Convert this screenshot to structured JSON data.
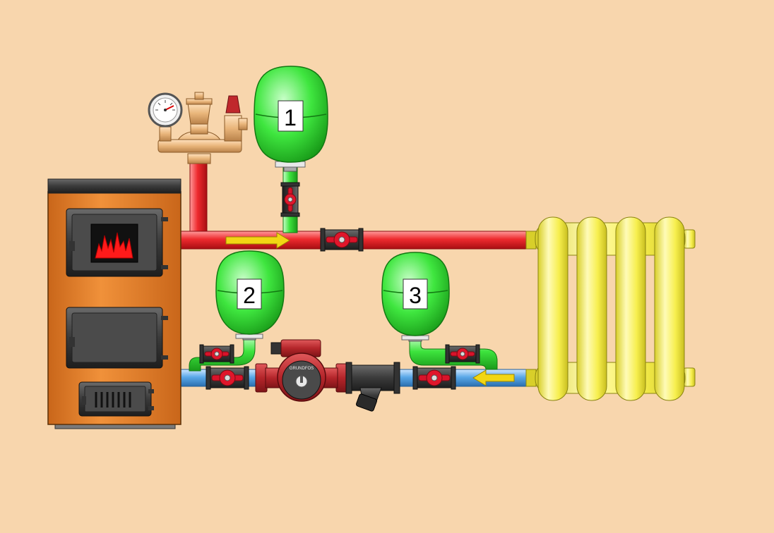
{
  "palette": {
    "background": "#f8d6ad",
    "supply_pipe": "#e8272b",
    "return_pipe": "#5aa8e8",
    "expansion_branch": "#3de33d",
    "boiler_body": "#e67e22",
    "radiator": "#f7ef4e",
    "fittings_brass": "#e9b57a",
    "valve_handle": "#e0162b",
    "pump_body": "#c0282c",
    "flow_arrow": "#f2d614"
  },
  "tanks": [
    {
      "id": "tank-1",
      "label": "1"
    },
    {
      "id": "tank-2",
      "label": "2"
    },
    {
      "id": "tank-3",
      "label": "3"
    }
  ],
  "pump": {
    "brand_text": "GRUNDFOS"
  },
  "icons": [
    "pressure-gauge-icon",
    "air-vent-icon",
    "safety-valve-icon",
    "ball-valve-icon",
    "circulation-pump-icon",
    "strainer-icon",
    "flow-arrow-icon",
    "flame-icon"
  ]
}
